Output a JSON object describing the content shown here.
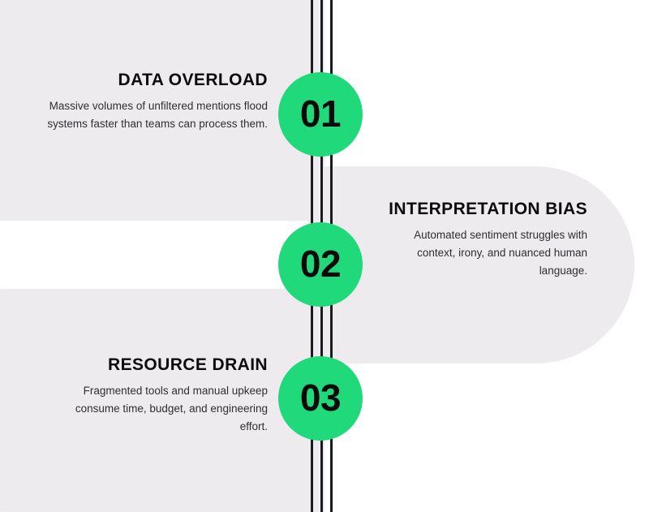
{
  "infographic": {
    "layout": "vertical-timeline-three-steps",
    "colors": {
      "accent": "#1fd97a",
      "panel": "#edebee",
      "rail": "#1b1b1f",
      "title_text": "#0c0c10",
      "body_text": "#2e2e33",
      "canvas": "#ffffff"
    },
    "rails": {
      "count": 3,
      "name": "center-triple-line"
    },
    "steps": [
      {
        "number": "01",
        "title": "DATA OVERLOAD",
        "body": "Massive volumes of unfiltered mentions flood systems faster than teams can process them.",
        "side": "left"
      },
      {
        "number": "02",
        "title": "INTERPRETATION BIAS",
        "body": "Automated sentiment struggles with context, irony, and nuanced human language.",
        "side": "right"
      },
      {
        "number": "03",
        "title": "RESOURCE DRAIN",
        "body": "Fragmented tools and manual upkeep consume time, budget, and engineering effort.",
        "side": "left"
      }
    ]
  }
}
